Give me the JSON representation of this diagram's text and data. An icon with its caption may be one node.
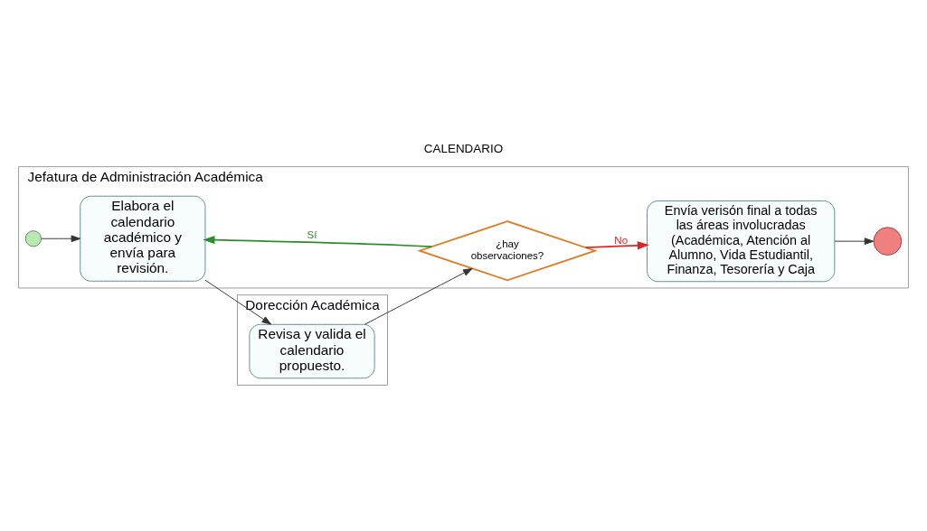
{
  "diagram": {
    "title": "CALENDARIO",
    "nodes": [
      {
        "text": [
          "Jefatura de Administración Académica"
        ]
      },
      {
        "text": [],
        "shape": "circle",
        "in": 0
      },
      {
        "text": [
          "Elabora el calendario académico y envía para revisión."
        ],
        "in": 0
      },
      {
        "text": [
          "¿hay observaciones?"
        ],
        "in": 0
      },
      {
        "text": [
          "Envía verisón final a todas las áreas involucradas (Académica, Atención al Alumno, Vida Estudiantil, Finanza, Tesorería y Caja"
        ],
        "in": 0
      },
      {
        "text": [],
        "shape": "circle",
        "in": 0
      },
      {
        "text": [
          "Dorección Académica"
        ]
      },
      {
        "text": [
          "Revisa y valida el calendario propuesto."
        ],
        "in": 6
      }
    ],
    "edges": [
      {
        "from": 1,
        "to": 2,
        "arrow": "to"
      },
      {
        "from": 2,
        "to": 7,
        "arrow": "to"
      },
      {
        "from": 7,
        "to": 3,
        "arrow": "to"
      },
      {
        "from": 3,
        "to": 2,
        "arrow": "to",
        "label": "Sí",
        "color": "#2e8b2e"
      },
      {
        "from": 3,
        "to": 4,
        "arrow": "to",
        "label": "No",
        "color": "#d62828"
      },
      {
        "from": 4,
        "to": 5,
        "arrow": "to"
      }
    ]
  }
}
